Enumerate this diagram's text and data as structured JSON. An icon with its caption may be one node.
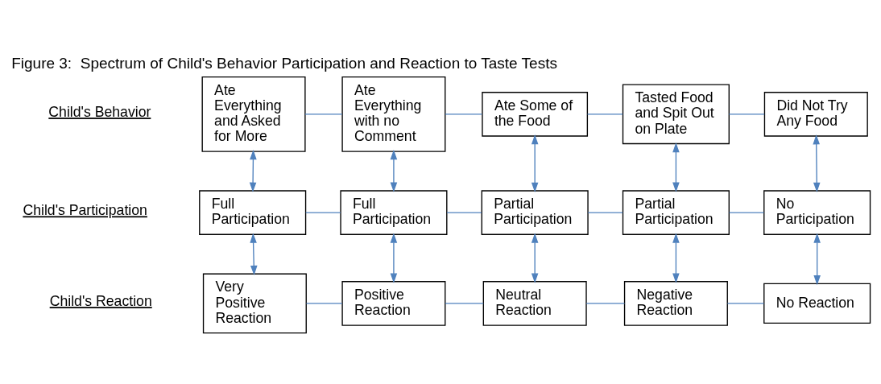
{
  "diagram": {
    "title": "Figure 3:  Spectrum of Child's Behavior Participation and Reaction to Taste Tests",
    "nodes": [
      {
        "text": [
          "Ate Everything and Asked for More"
        ]
      },
      {
        "text": [
          "Ate Everything with no Comment"
        ]
      },
      {
        "text": [
          "Ate Some of the Food"
        ]
      },
      {
        "text": [
          "Tasted Food and Spit Out on Plate"
        ]
      },
      {
        "text": [
          "Did Not Try Any Food"
        ]
      },
      {
        "text": [
          "Full Participation"
        ]
      },
      {
        "text": [
          "Full Participation"
        ]
      },
      {
        "text": [
          "Partial Participation"
        ]
      },
      {
        "text": [
          "Partial Participation"
        ]
      },
      {
        "text": [
          "No Participation"
        ]
      },
      {
        "text": [
          "Very Positive Reaction"
        ]
      },
      {
        "text": [
          "Positive Reaction"
        ]
      },
      {
        "text": [
          "Neutral Reaction"
        ]
      },
      {
        "text": [
          "Negative Reaction"
        ]
      },
      {
        "text": [
          "No Reaction"
        ]
      }
    ],
    "edges": [
      {
        "from": 0,
        "to": 1,
        "arrow": "none"
      },
      {
        "from": 1,
        "to": 2,
        "arrow": "none"
      },
      {
        "from": 2,
        "to": 3,
        "arrow": "none"
      },
      {
        "from": 3,
        "to": 4,
        "arrow": "none"
      },
      {
        "from": 0,
        "to": 5,
        "arrow": "both"
      },
      {
        "from": 1,
        "to": 6,
        "arrow": "both"
      },
      {
        "from": 2,
        "to": 7,
        "arrow": "both"
      },
      {
        "from": 3,
        "to": 8,
        "arrow": "both"
      },
      {
        "from": 4,
        "to": 9,
        "arrow": "both"
      },
      {
        "from": 5,
        "to": 6,
        "arrow": "none"
      },
      {
        "from": 6,
        "to": 7,
        "arrow": "none"
      },
      {
        "from": 7,
        "to": 8,
        "arrow": "none"
      },
      {
        "from": 8,
        "to": 9,
        "arrow": "none"
      },
      {
        "from": 5,
        "to": 10,
        "arrow": "both"
      },
      {
        "from": 6,
        "to": 11,
        "arrow": "both"
      },
      {
        "from": 7,
        "to": 12,
        "arrow": "both"
      },
      {
        "from": 8,
        "to": 13,
        "arrow": "both"
      },
      {
        "from": 9,
        "to": 14,
        "arrow": "both"
      },
      {
        "from": 10,
        "to": 11,
        "arrow": "none"
      },
      {
        "from": 11,
        "to": 12,
        "arrow": "none"
      },
      {
        "from": 12,
        "to": 13,
        "arrow": "none"
      },
      {
        "from": 13,
        "to": 14,
        "arrow": "none"
      }
    ],
    "labels": [
      "Child's Behavior",
      "Child's Participation",
      "Child's Reaction"
    ]
  }
}
